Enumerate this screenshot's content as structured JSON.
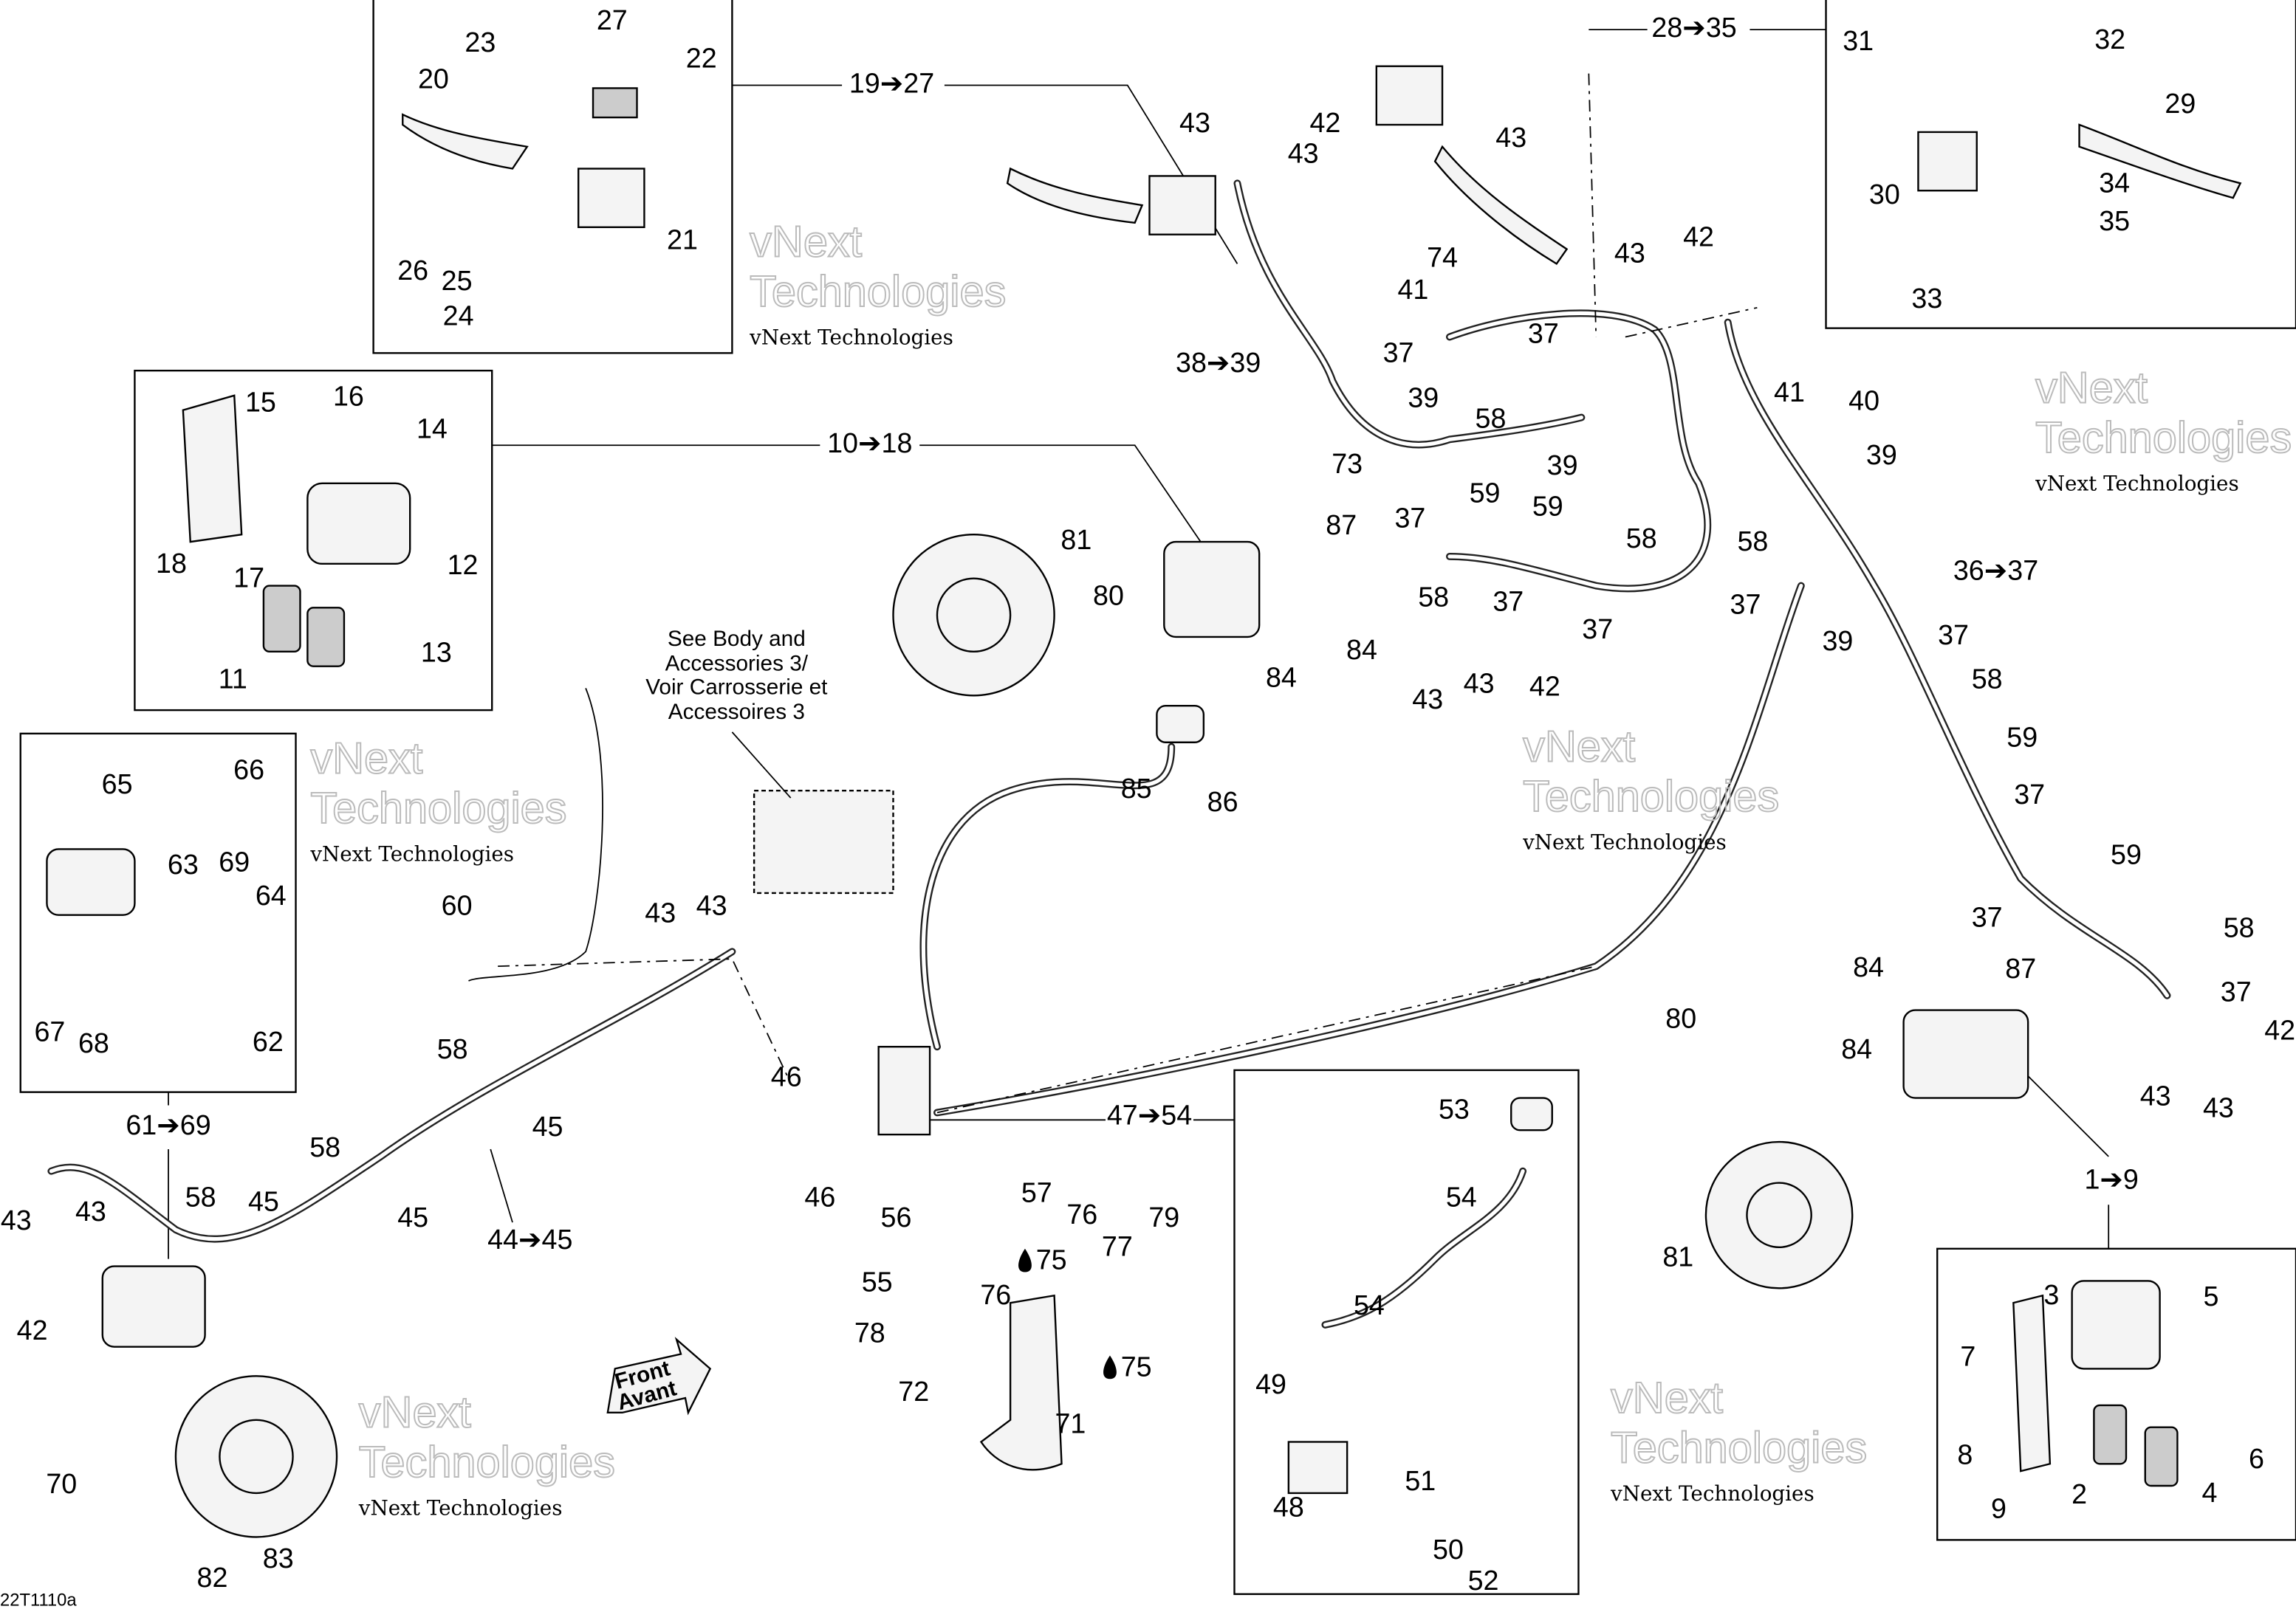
{
  "diagram": {
    "drawing_code": "22T1110a",
    "note": [
      "See Body and",
      "Accessories 3/",
      "Voir Carrosserie et",
      "Accessoires 3"
    ],
    "front_marker": [
      "Front",
      "Avant"
    ],
    "watermark": "vNext Technologies",
    "watermark_outline": [
      "vNext",
      "Technologies"
    ],
    "group_labels": [
      "19➔27",
      "28➔35",
      "10➔18",
      "38➔39",
      "36➔37",
      "61➔69",
      "44➔45",
      "47➔54",
      "1➔9"
    ],
    "part_labels": [
      "23",
      "27",
      "22",
      "20",
      "21",
      "26",
      "25",
      "24",
      "15",
      "16",
      "14",
      "18",
      "17",
      "12",
      "13",
      "11",
      "65",
      "66",
      "63",
      "69",
      "64",
      "67",
      "68",
      "62",
      "31",
      "32",
      "29",
      "30",
      "34",
      "35",
      "33",
      "43",
      "42",
      "43",
      "43",
      "74",
      "41",
      "43",
      "42",
      "37",
      "37",
      "39",
      "58",
      "39",
      "73",
      "41",
      "40",
      "39",
      "59",
      "59",
      "37",
      "87",
      "58",
      "58",
      "58",
      "37",
      "37",
      "84",
      "37",
      "39",
      "37",
      "58",
      "43",
      "42",
      "43",
      "81",
      "80",
      "84",
      "59",
      "37",
      "85",
      "86",
      "59",
      "37",
      "58",
      "60",
      "43",
      "43",
      "84",
      "87",
      "37",
      "80",
      "42",
      "84",
      "43",
      "43",
      "58",
      "46",
      "45",
      "58",
      "43",
      "43",
      "58",
      "45",
      "45",
      "46",
      "56",
      "57",
      "76",
      "79",
      "53",
      "54",
      "55",
      "75",
      "76",
      "77",
      "42",
      "78",
      "75",
      "81",
      "3",
      "5",
      "7",
      "54",
      "49",
      "72",
      "71",
      "8",
      "6",
      "4",
      "2",
      "9",
      "70",
      "48",
      "51",
      "50",
      "52",
      "83",
      "82"
    ]
  }
}
